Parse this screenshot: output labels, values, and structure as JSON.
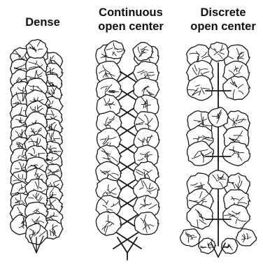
{
  "labels": {
    "dense": "Dense",
    "continuous": [
      "Continuous",
      "open center"
    ],
    "discrete": [
      "Discrete",
      "open center"
    ]
  },
  "colors": {
    "ink": "#1a1a1a",
    "leaf": "#ffffff"
  }
}
